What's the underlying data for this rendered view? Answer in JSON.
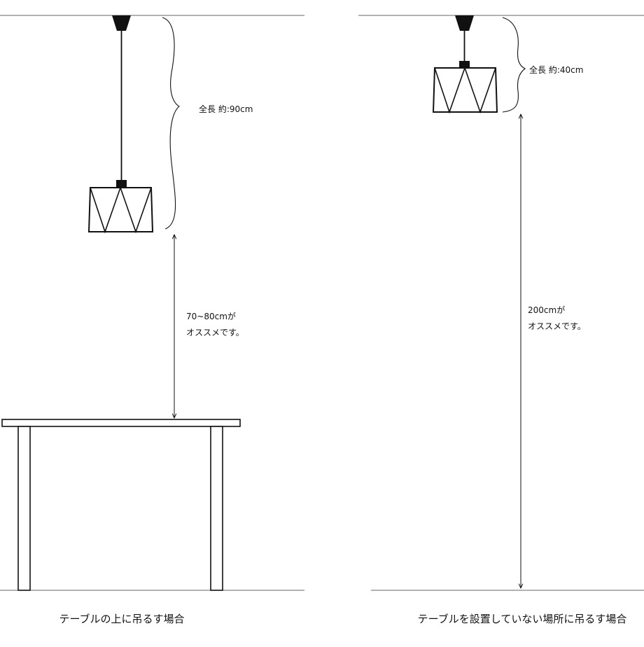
{
  "left": {
    "total_length": "全長 約:90cm",
    "gap_line1": "70~80cmが",
    "gap_line2": "オススメです。",
    "caption": "テーブルの上に吊るす場合"
  },
  "right": {
    "total_length": "全長 約:40cm",
    "gap_line1": "200cmが",
    "gap_line2": "オススメです。",
    "caption": "テーブルを設置していない場所に吊るす場合"
  },
  "colors": {
    "ink": "#111111",
    "line_gray": "#666666",
    "background": "#ffffff"
  }
}
